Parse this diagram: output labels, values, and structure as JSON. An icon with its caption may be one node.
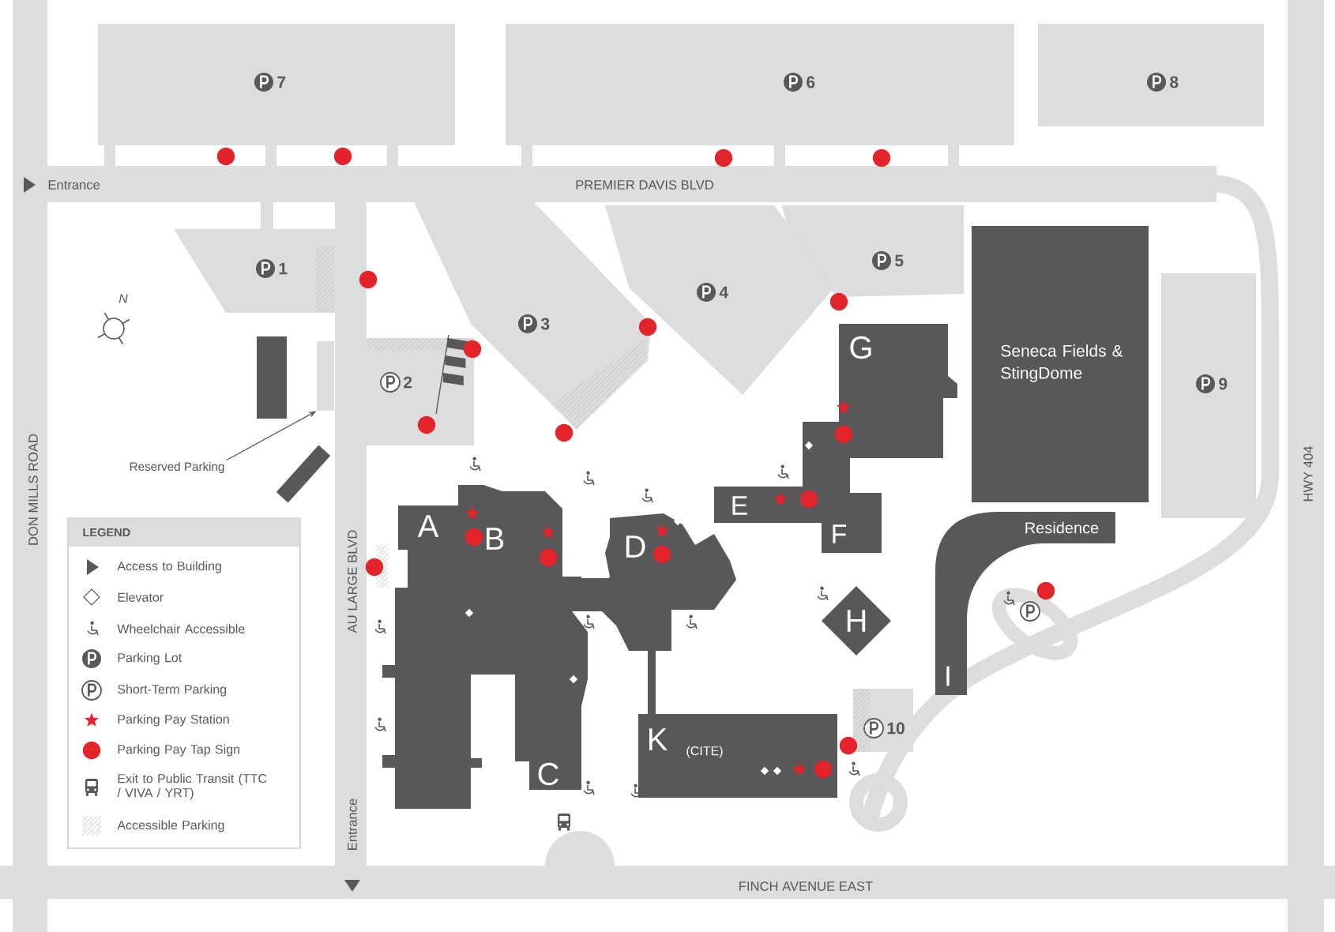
{
  "diagram": {
    "nodes": [
      {
        "text": [
          "7"
        ]
      },
      {
        "text": [
          "6"
        ]
      },
      {
        "text": [
          "8"
        ]
      },
      {
        "text": [
          "1"
        ]
      },
      {
        "text": [
          "5"
        ]
      },
      {
        "text": [
          "4"
        ]
      },
      {
        "text": [
          "3"
        ]
      },
      {
        "text": [
          "2"
        ]
      },
      {
        "text": [
          "G",
          "E",
          "F"
        ]
      },
      {
        "text": [
          "Seneca Fields & StingDome"
        ]
      },
      {
        "text": [
          "9"
        ]
      },
      {
        "text": [],
        "shape": "box"
      },
      {
        "text": [],
        "shape": "box"
      },
      {
        "text": [
          "Reserved Parking"
        ]
      },
      {
        "text": [],
        "shape": "box"
      },
      {
        "text": [
          "A",
          "B",
          "C"
        ]
      },
      {
        "text": [
          "D"
        ]
      },
      {
        "text": [
          "Residence",
          "I"
        ]
      },
      {
        "text": [
          "H"
        ]
      },
      {
        "text": [
          "10"
        ]
      },
      {
        "text": [
          "K",
          "(CITE)"
        ]
      }
    ],
    "edges": [
      {
        "from": 13,
        "to": 12,
        "arrow": "to"
      }
    ],
    "labels": [
      "Entrance",
      "PREMIER DAVIS BLVD",
      "N",
      "DON MILLS ROAD",
      "LEGEND",
      "AU LARGE BLVD",
      "HWY 404",
      "Entrance",
      "FINCH AVENUE EAST"
    ],
    "legend": [
      {
        "text": "Access to Building"
      },
      {
        "text": "Elevator"
      },
      {
        "text": "Wheelchair Accessible"
      },
      {
        "text": "Parking Lot"
      },
      {
        "text": "Short-Term Parking"
      },
      {
        "text": "Parking Pay Station"
      },
      {
        "text": "Parking Pay Tap Sign"
      },
      {
        "text": "Exit to Public Transit (TTC / VIVA / YRT)"
      },
      {
        "text": "Accessible Parking"
      }
    ]
  }
}
